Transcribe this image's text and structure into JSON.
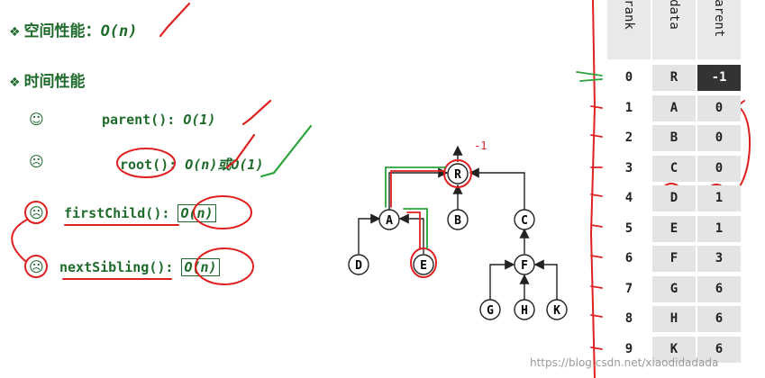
{
  "space_heading": "空间性能：",
  "space_value": "O(n)",
  "time_heading": "时间性能",
  "rows": [
    {
      "face": "☺",
      "label": "parent():",
      "complexity": "O(1)"
    },
    {
      "face": "☹",
      "label": "root():",
      "complexity": "O(n)或O(1)"
    },
    {
      "face": "☹",
      "label": "firstChild():",
      "complexity": "O(n)"
    },
    {
      "face": "☹",
      "label": "nextSibling():",
      "complexity": "O(n)"
    }
  ],
  "tree": {
    "nodes": [
      "R",
      "A",
      "B",
      "C",
      "D",
      "E",
      "F",
      "G",
      "H",
      "K"
    ],
    "root_marker": "-1"
  },
  "table": {
    "headers": [
      "rank",
      "data",
      "parent"
    ],
    "rows": [
      [
        "0",
        "R",
        "-1"
      ],
      [
        "1",
        "A",
        "0"
      ],
      [
        "2",
        "B",
        "0"
      ],
      [
        "3",
        "C",
        "0"
      ],
      [
        "4",
        "D",
        "1"
      ],
      [
        "5",
        "E",
        "1"
      ],
      [
        "6",
        "F",
        "3"
      ],
      [
        "7",
        "G",
        "6"
      ],
      [
        "8",
        "H",
        "6"
      ],
      [
        "9",
        "K",
        "6"
      ]
    ]
  },
  "watermark": "https://blog.csdn.net/xiaodidadada",
  "colors": {
    "green": "#1f6b2c",
    "red": "#e02020",
    "highlight": "#333333",
    "cell": "#e4e4e4"
  }
}
